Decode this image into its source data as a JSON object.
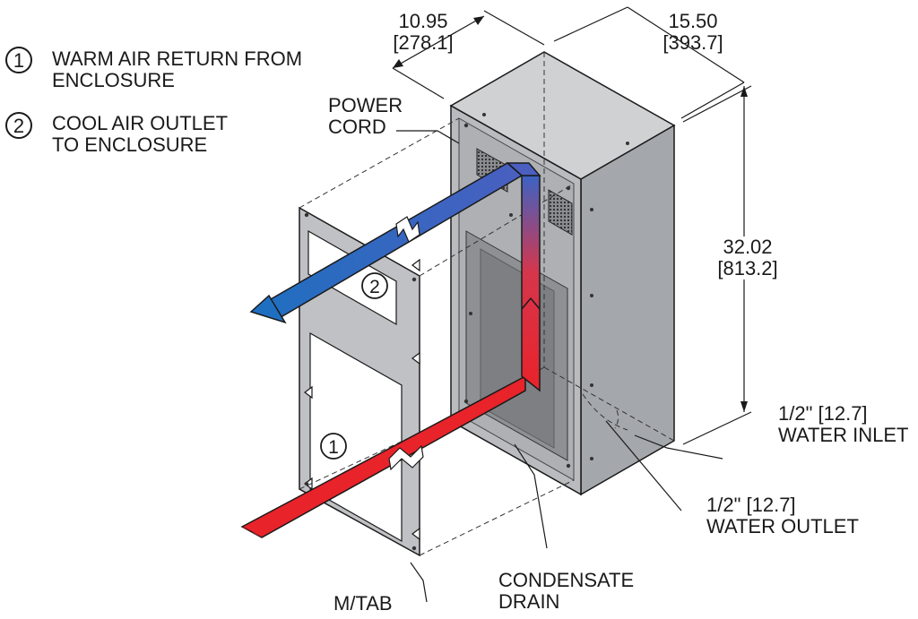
{
  "legend": {
    "items": [
      {
        "num": "1",
        "line1": "WARM AIR RETURN FROM",
        "line2": "ENCLOSURE"
      },
      {
        "num": "2",
        "line1": "COOL AIR OUTLET",
        "line2": "TO ENCLOSURE"
      }
    ]
  },
  "dimensions": {
    "depth": {
      "in": "10.95",
      "mm": "[278.1]"
    },
    "width": {
      "in": "15.50",
      "mm": "[393.7]"
    },
    "height": {
      "in": "32.02",
      "mm": "[813.2]"
    }
  },
  "callouts": {
    "power_cord": {
      "line1": "POWER",
      "line2": "CORD"
    },
    "water_inlet": {
      "line1": "1/2\" [12.7]",
      "line2": "WATER INLET"
    },
    "water_outlet": {
      "line1": "1/2\" [12.7]",
      "line2": "WATER OUTLET"
    },
    "condensate_drain": {
      "line1": "CONDENSATE",
      "line2": "DRAIN"
    },
    "mtab": "M/TAB"
  },
  "diagram_markers": {
    "outlet": "2",
    "return": "1"
  },
  "colors": {
    "cabinet_face": "#b9bbbe",
    "cabinet_side": "#9ea1a5",
    "cabinet_top": "#cfd1d3",
    "warm_air": "#e8232a",
    "cool_air": "#1f6fc0",
    "outline": "#1a1a1a"
  }
}
